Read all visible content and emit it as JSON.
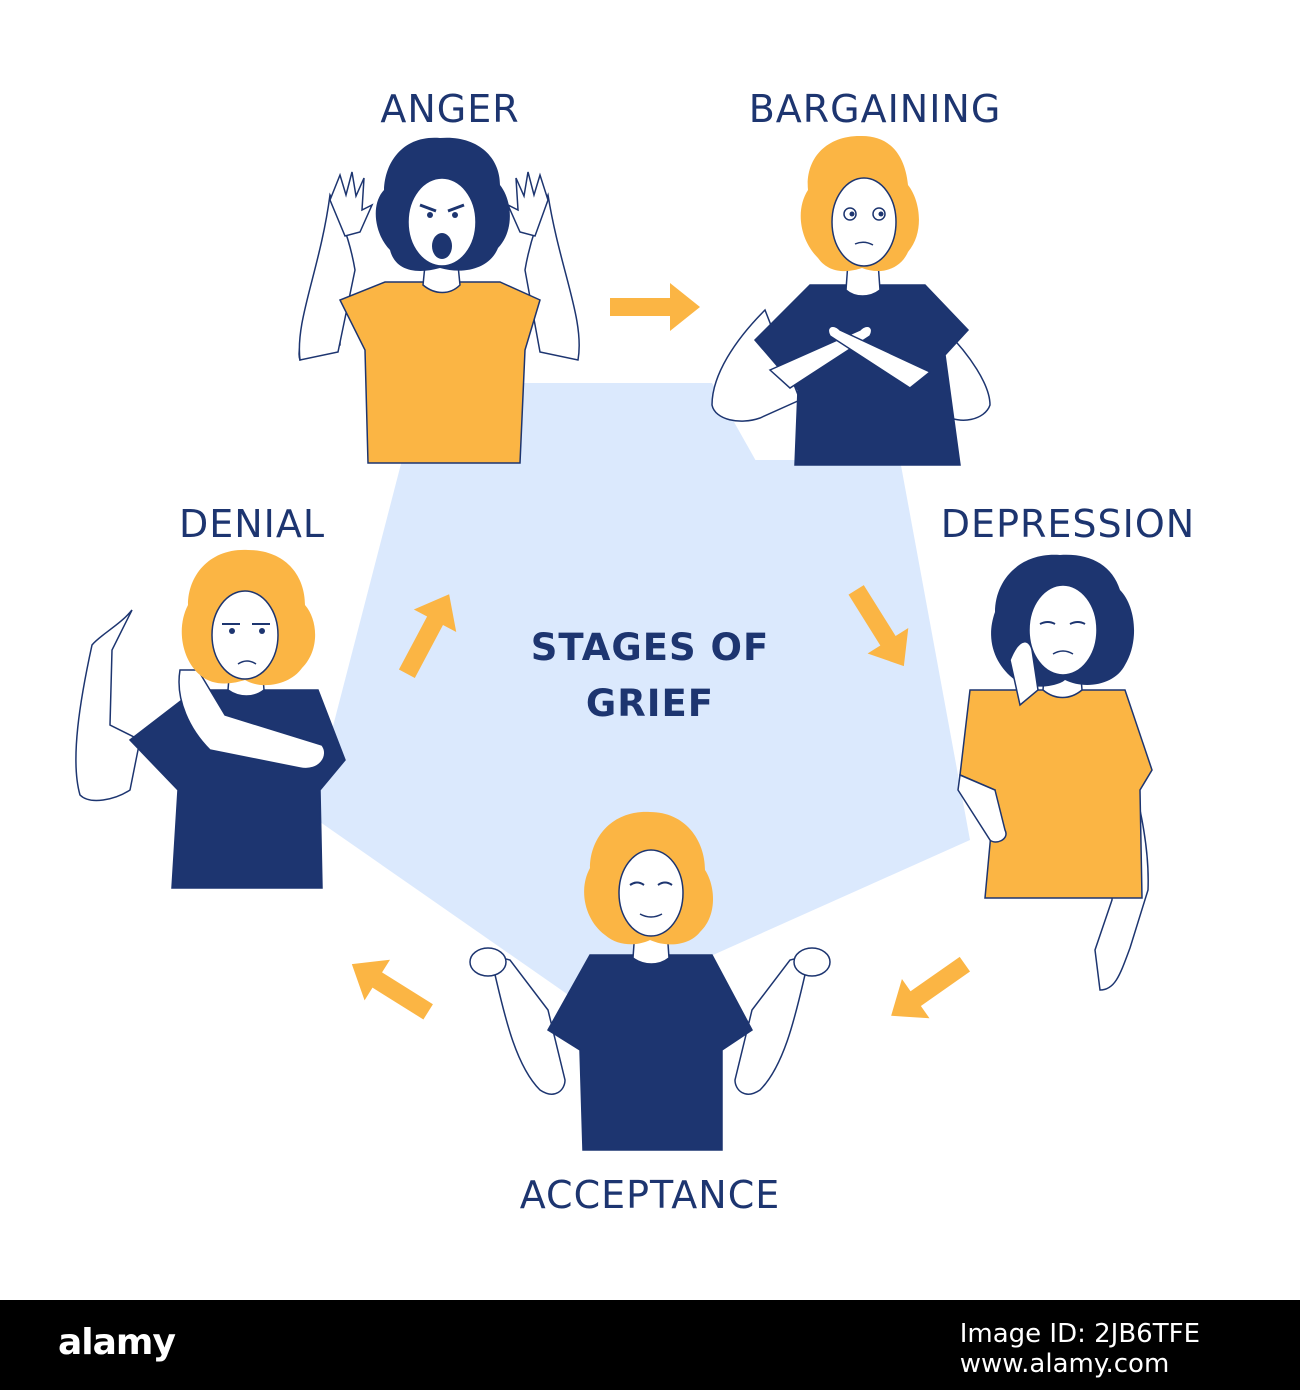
{
  "title": {
    "line1": "STAGES OF",
    "line2": "GRIEF"
  },
  "stages": {
    "anger": "ANGER",
    "bargaining": "BARGAINING",
    "depression": "DEPRESSION",
    "acceptance": "ACCEPTANCE",
    "denial": "DENIAL"
  },
  "footer": {
    "brand": "alamy",
    "image_id_label": "Image ID: 2JB6TFE",
    "site": "www.alamy.com"
  },
  "colors": {
    "navy": "#1d3570",
    "orange": "#fbb544",
    "pentagon": "#dbe9fd",
    "line": "#1d3570"
  }
}
